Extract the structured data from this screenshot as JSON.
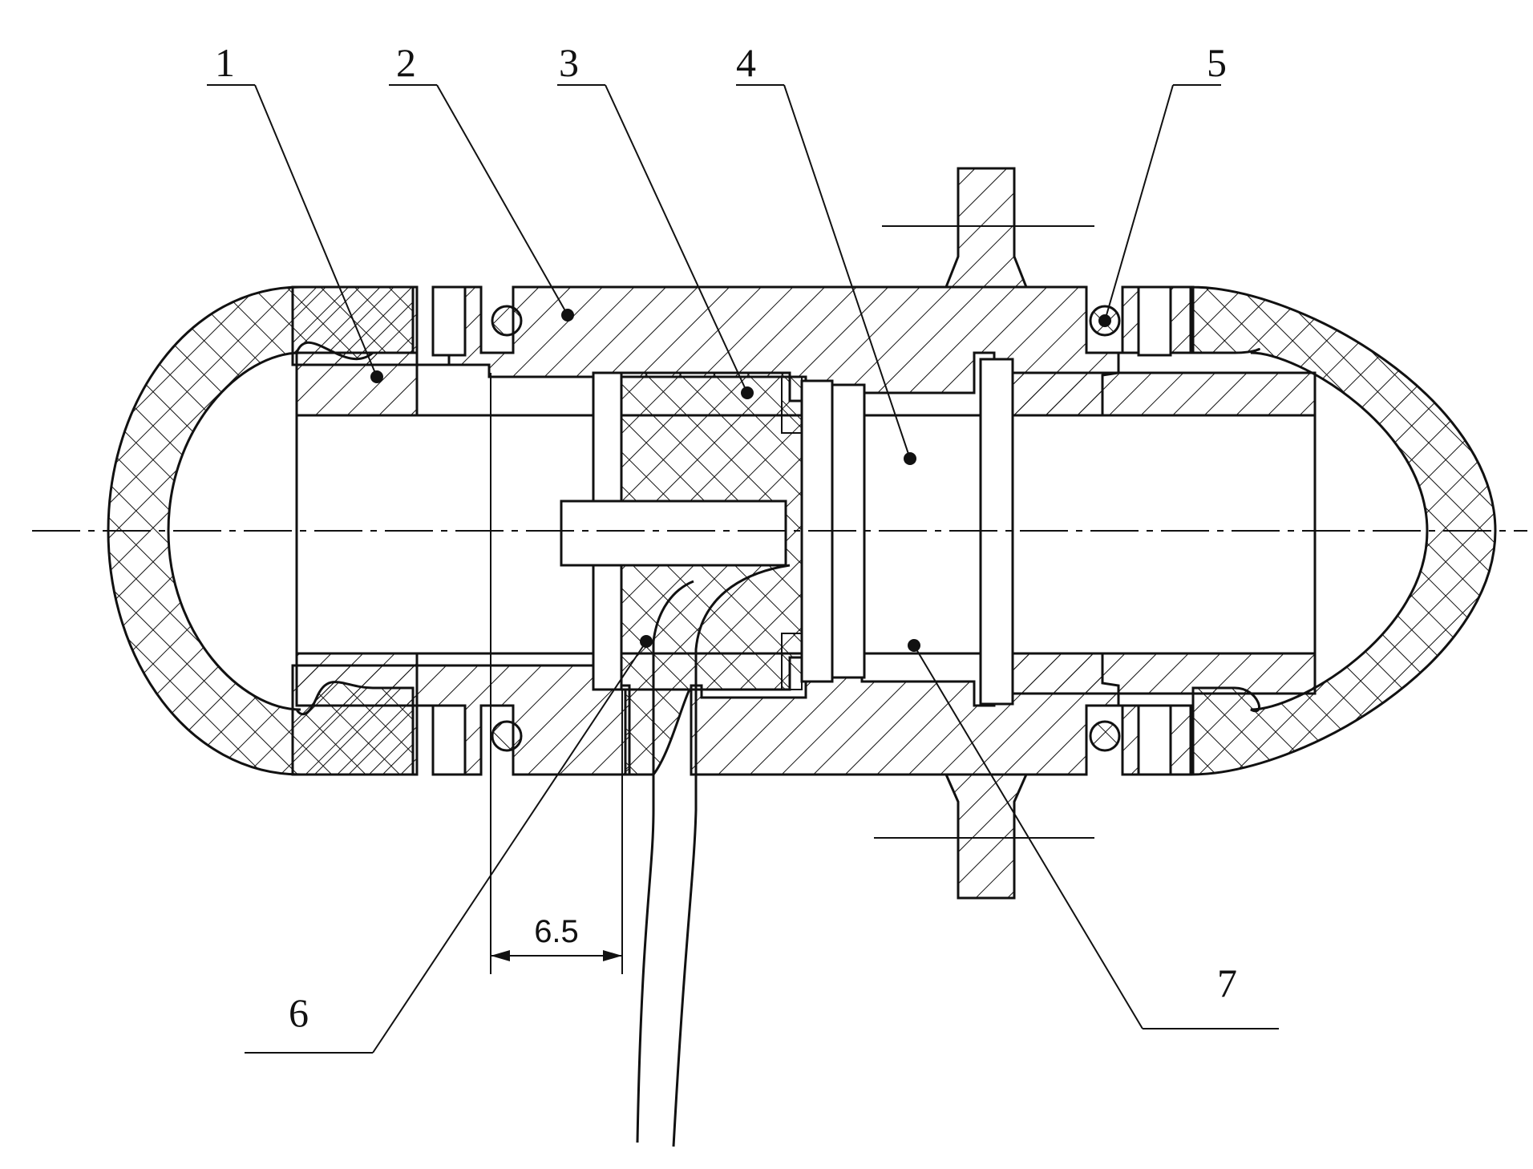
{
  "drawing": {
    "callouts": [
      {
        "label": "1"
      },
      {
        "label": "2"
      },
      {
        "label": "3"
      },
      {
        "label": "4"
      },
      {
        "label": "5"
      },
      {
        "label": "6"
      },
      {
        "label": "7"
      }
    ],
    "dimension": {
      "value": "6.5"
    }
  }
}
